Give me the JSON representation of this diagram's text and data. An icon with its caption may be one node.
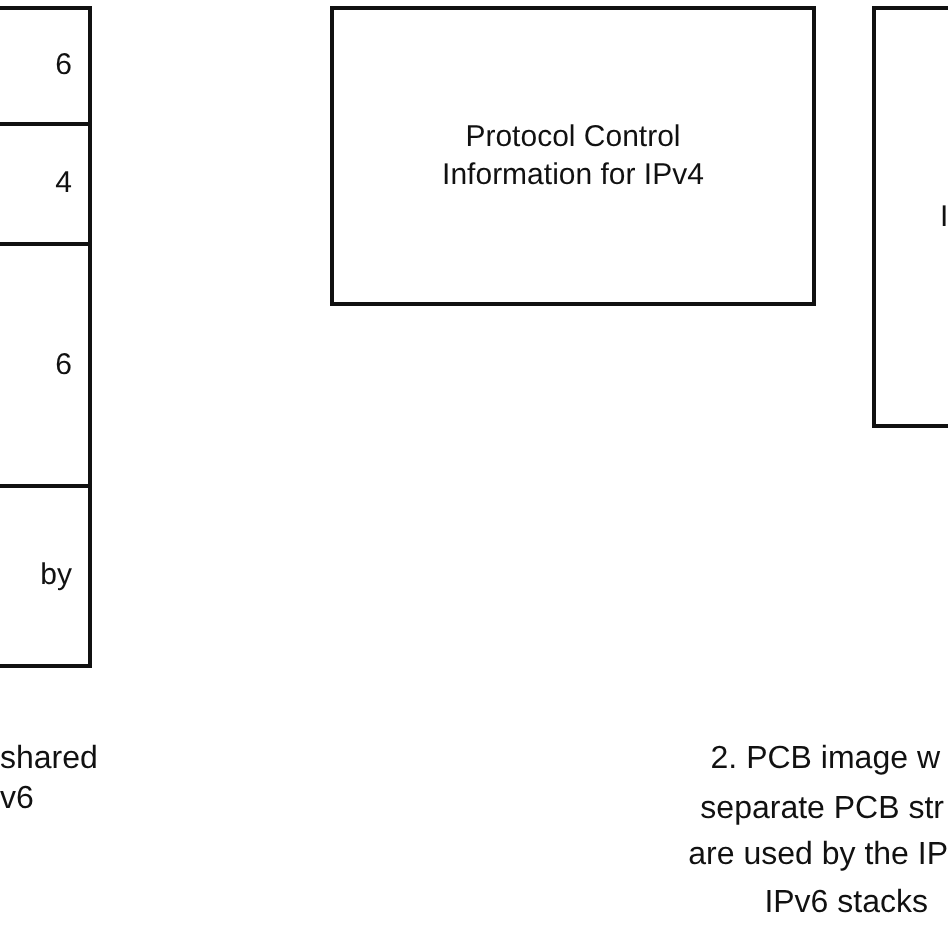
{
  "diagram": {
    "nodes": [
      {
        "text": [
          "6"
        ]
      },
      {
        "text": [
          "4"
        ]
      },
      {
        "text": [
          "6"
        ]
      },
      {
        "text": [
          "by"
        ]
      },
      {
        "text": [
          "Protocol Control Information for IPv4"
        ]
      },
      {
        "text": [
          "I"
        ]
      }
    ],
    "labels": [
      "shared",
      "v6",
      "2. PCB image w",
      "separate PCB str",
      "are used by the IP",
      "IPv6 stacks"
    ]
  }
}
